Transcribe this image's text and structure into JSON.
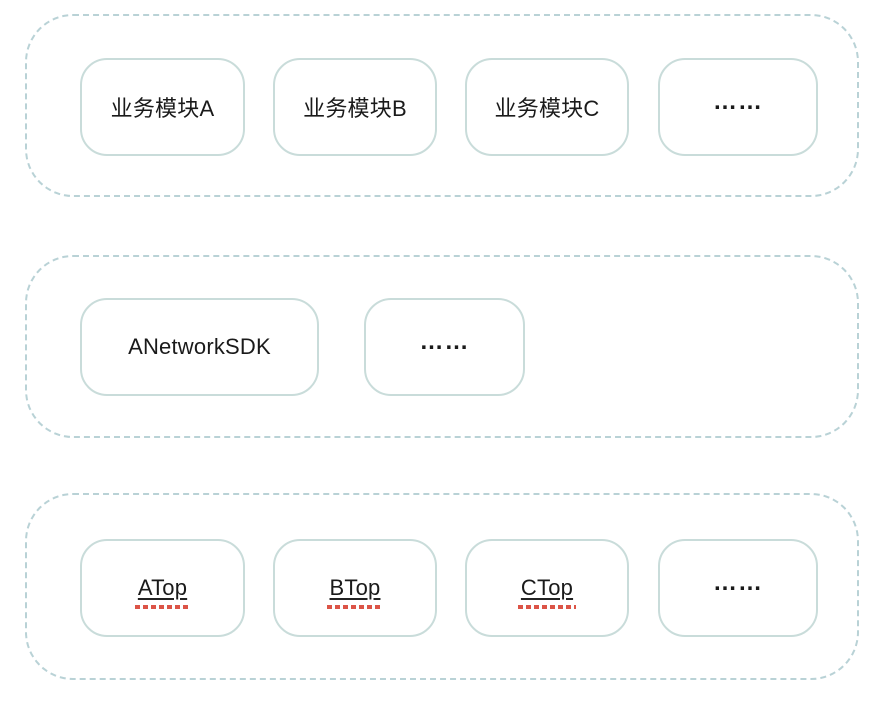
{
  "diagram": {
    "colors": {
      "background": "#ffffff",
      "container_border": "#b9d2d6",
      "box_border": "#c9dcda",
      "text": "#1a1a1a",
      "spellcheck_dash": "#dc5447"
    },
    "layers": [
      {
        "name": "business-modules",
        "boxes": [
          {
            "label": "业务模块A"
          },
          {
            "label": "业务模块B"
          },
          {
            "label": "业务模块C"
          },
          {
            "label": "……"
          }
        ]
      },
      {
        "name": "network-sdk",
        "boxes": [
          {
            "label": "ANetworkSDK"
          },
          {
            "label": "……"
          }
        ]
      },
      {
        "name": "top-implementations",
        "boxes": [
          {
            "label": "ATop"
          },
          {
            "label": "BTop"
          },
          {
            "label": "CTop"
          },
          {
            "label": "……"
          }
        ]
      }
    ]
  }
}
